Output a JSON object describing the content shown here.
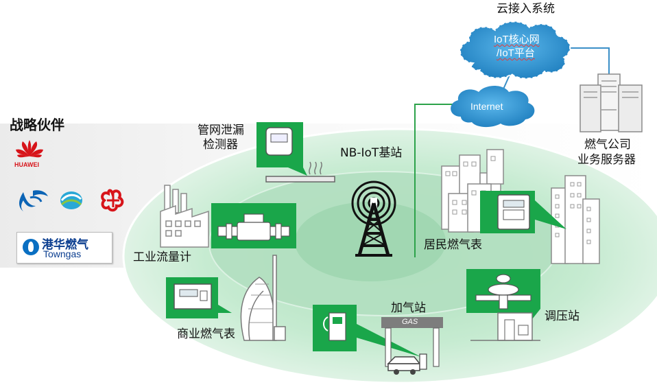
{
  "title": "云接入系统",
  "partners": {
    "title": "战略伙伴",
    "huawei": "HUAWEI",
    "towngas_zh": "港华燃气",
    "towngas_en": "Towngas"
  },
  "cloud": {
    "line1": "IoT核心网",
    "line2": "/IoT平台"
  },
  "internet": "Internet",
  "server_label": [
    "燃气公司",
    "业务服务器"
  ],
  "base_station": "NB-IoT基站",
  "pipeline_detector": [
    "管网泄漏",
    "检测器"
  ],
  "industrial_meter": "工业流量计",
  "residential_meter": "居民燃气表",
  "commercial_meter": "商业燃气表",
  "gas_station": "加气站",
  "gas_sign": "GAS",
  "regulator_station": "调压站",
  "colors": {
    "green": "#1aa64a",
    "cloud_blue": "#3a98d4",
    "ellipse_green": "#b9e3c6"
  }
}
